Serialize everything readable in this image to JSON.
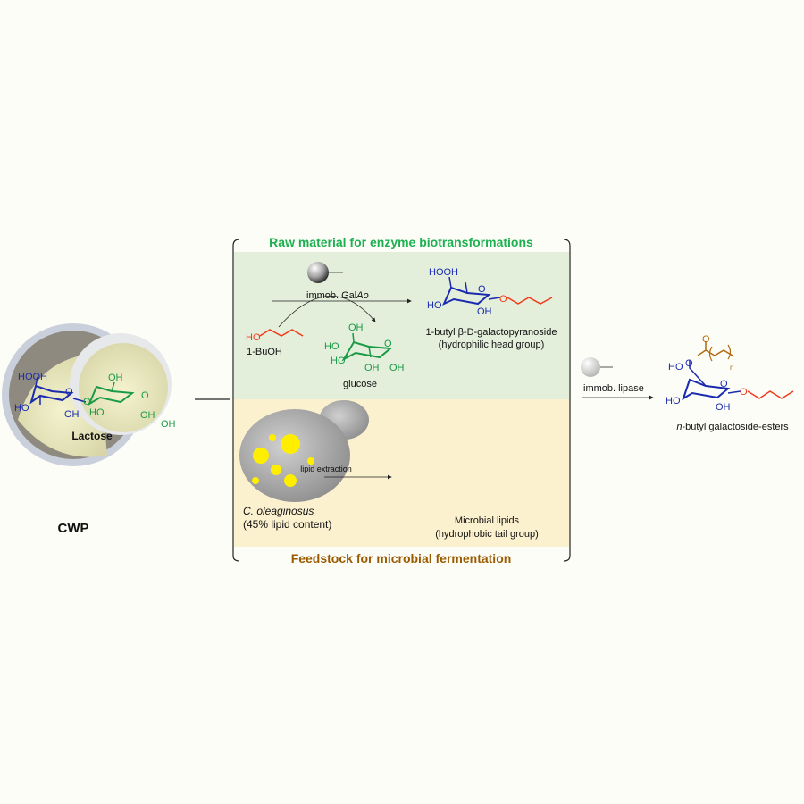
{
  "colors": {
    "green_title": "#1db050",
    "brown_title": "#9a5a00",
    "green_panel": "#e3eedb",
    "yellow_panel": "#fcf1cf",
    "galactose_blue": "#1a2bb0",
    "glucose_green": "#1a9a45",
    "butyl_red": "#f03a1a",
    "enzyme_blue": "#2a3cf0",
    "lipase_orange": "#e0a050",
    "ester_brown": "#b06a10",
    "lipid_yellow": "#ffee00"
  },
  "source": {
    "label": "CWP",
    "molecule_label": "Lactose",
    "atoms": {
      "hooh": "HOOH",
      "ho": "HO",
      "o_ring1": "O",
      "o_link": "O",
      "oh_gal": "OH",
      "oh_top": "OH",
      "ho_glc": "HO",
      "o_ring2": "O",
      "oh_glc": "OH",
      "oh_anomeric": "OH"
    }
  },
  "top_panel": {
    "title": "Raw material for enzyme biotransformations",
    "enzyme_label_prefix": "immob. Gal",
    "enzyme_label_italic": "Ao",
    "reagent": {
      "label": "1-BuOH",
      "atom": "HO"
    },
    "byproduct": {
      "label": "glucose",
      "atoms": {
        "oh_top": "OH",
        "ho1": "HO",
        "ho2": "HO",
        "o_ring": "O",
        "oh_bottom": "OH",
        "oh_anomeric": "OH"
      }
    },
    "product": {
      "label": "1-butyl β-D-galactopyranoside",
      "sublabel": "(hydrophilic head group)",
      "atoms": {
        "hooh": "HOOH",
        "ho": "HO",
        "o_ring": "O",
        "oh": "OH",
        "o_ether": "O"
      }
    }
  },
  "bottom_panel": {
    "title": "Feedstock for microbial fermentation",
    "organism_name": "C. oleaginosus",
    "organism_detail": "(45% lipid content)",
    "step_label": "lipid extraction",
    "product": {
      "label": "Microbial lipids",
      "sublabel": "(hydrophobic tail group)"
    }
  },
  "final_step": {
    "enzyme_label": "immob. lipase",
    "product": {
      "label_italic": "n",
      "label_rest": "-butyl galactoside-esters",
      "atoms": {
        "carbonyl_o": "O",
        "ho": "HO",
        "o_ester": "O",
        "ho2": "HO",
        "o_ring": "O",
        "oh": "OH",
        "o_ether": "O",
        "n": "n"
      }
    }
  }
}
